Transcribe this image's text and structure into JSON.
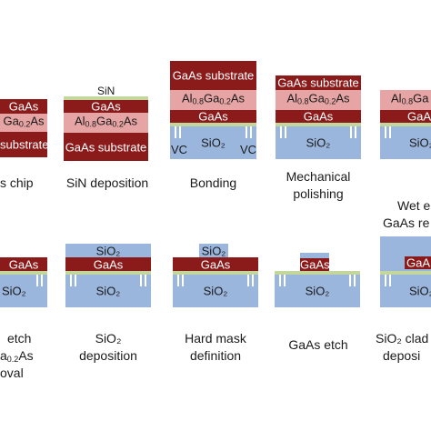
{
  "materials": {
    "gaas": "GaAs",
    "gaas_sub": "GaAs substrate",
    "sio2": "SiO₂",
    "sin": "SiN",
    "vc": "VC",
    "algaas_a": "Al",
    "algaas_x": "0.8",
    "algaas_b": "Ga",
    "algaas_y": "0.2",
    "algaas_c": "As",
    "partial_gaas": "GaAs",
    "partial_algaas": "Ga",
    "partial_algaas_rest": "As",
    "partial_sub": "substrate",
    "partial_al": "Al",
    "partial_gaas2": "GaA"
  },
  "captions": {
    "s1": "s chip",
    "s2": "SiN deposition",
    "s3": "Bonding",
    "s4_l1": "Mechanical",
    "s4_l2": "polishing",
    "s5_l1": "Wet e",
    "s5_l2": "GaAs re",
    "s6_l1": "etch",
    "s6_l2a": "a",
    "s6_l2b": "As",
    "s6_l3": "oval",
    "s7_l1": "SiO₂",
    "s7_l2": "deposition",
    "s8_l1": "Hard mask",
    "s8_l2": "definition",
    "s9": "GaAs etch",
    "s10_l1": "SiO₂ clad",
    "s10_l2": "deposi"
  },
  "colors": {
    "gaas": "#8b1a1a",
    "algaas": "#e6a4a4",
    "sio2": "#9bb6dd",
    "sin": "#c3d69b"
  }
}
